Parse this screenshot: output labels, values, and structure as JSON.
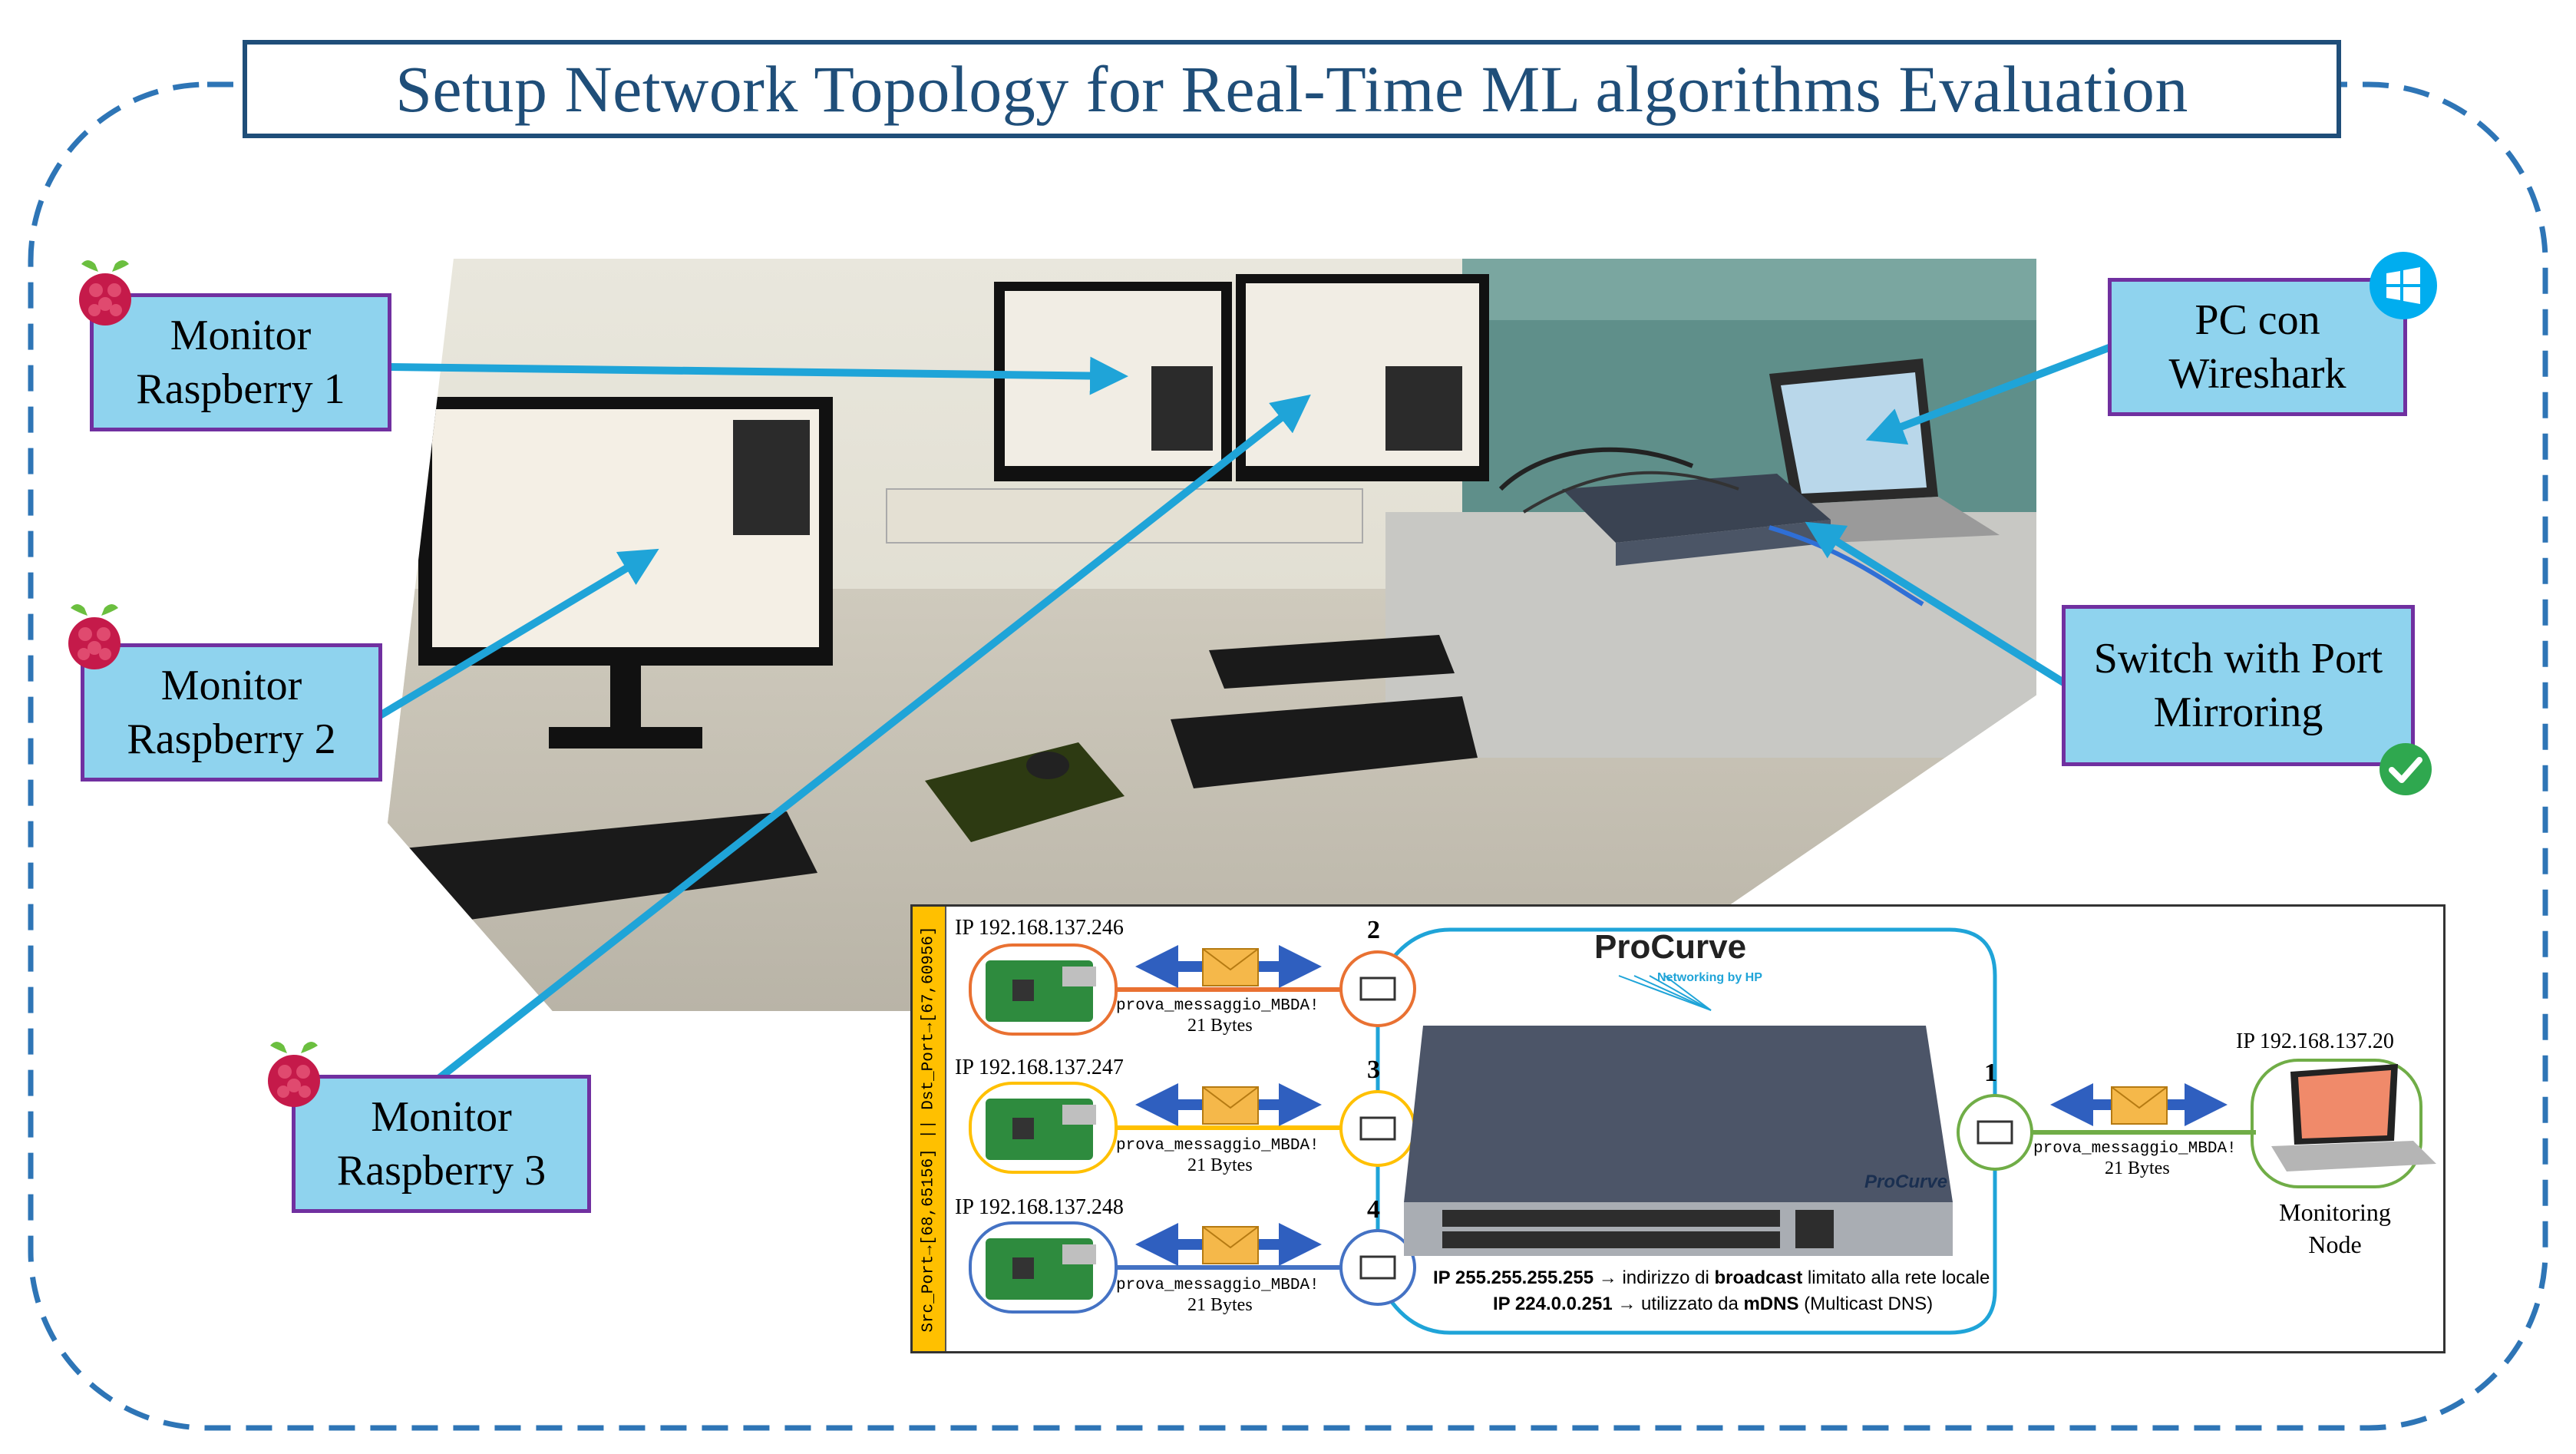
{
  "title": "Setup Network Topology for Real-Time ML algorithms Evaluation",
  "labels": {
    "rpi1": [
      "Monitor",
      "Raspberry 1"
    ],
    "rpi2": [
      "Monitor",
      "Raspberry 2"
    ],
    "rpi3": [
      "Monitor",
      "Raspberry 3"
    ],
    "pc": [
      "PC con",
      "Wireshark"
    ],
    "switch": [
      "Switch with Port",
      "Mirroring"
    ]
  },
  "inset": {
    "sidebar_text": "Src_Port→[68,65156] || Dst_Port→[67,60956]",
    "nodes": [
      {
        "ip": "IP 192.168.137.246",
        "port": "2",
        "message": "prova_messaggio_MBDA!",
        "size": "21 Bytes",
        "color": "#e97132"
      },
      {
        "ip": "IP 192.168.137.247",
        "port": "3",
        "message": "prova_messaggio_MBDA!",
        "size": "21 Bytes",
        "color": "#ffc000"
      },
      {
        "ip": "IP 192.168.137.248",
        "port": "4",
        "message": "prova_messaggio_MBDA!",
        "size": "21 Bytes",
        "color": "#4472c4"
      }
    ],
    "monitor": {
      "ip": "IP 192.168.137.20",
      "port": "1",
      "message": "prova_messaggio_MBDA!",
      "size": "21 Bytes",
      "label": [
        "Monitoring",
        "Node"
      ],
      "color": "#70ad47"
    },
    "brand": {
      "name": "ProCurve",
      "tagline": "Networking by HP"
    },
    "switch_label": "ProCurve",
    "notes": [
      {
        "ip": "IP 255.255.255.255",
        "arrow": "→",
        "lead": "indirizzo di ",
        "bold": "broadcast",
        "rest": " limitato alla rete locale"
      },
      {
        "ip": "IP 224.0.0.251",
        "arrow": "→",
        "lead": "utilizzato da ",
        "bold": "mDNS",
        "rest": " (Multicast DNS)"
      }
    ]
  },
  "colors": {
    "title": "#1f4e79",
    "dashed_border": "#2e75b6",
    "label_fill": "#8fd3ee",
    "label_border": "#7030a0",
    "arrow": "#1fa4d8",
    "rpi_red": "#c51a4a",
    "windows_blue": "#00adef",
    "check_green": "#2fa84f"
  },
  "icons": [
    "raspberry-pi-icon",
    "windows-icon",
    "check-circle-icon",
    "envelope-icon",
    "ethernet-port-icon",
    "laptop-icon"
  ]
}
